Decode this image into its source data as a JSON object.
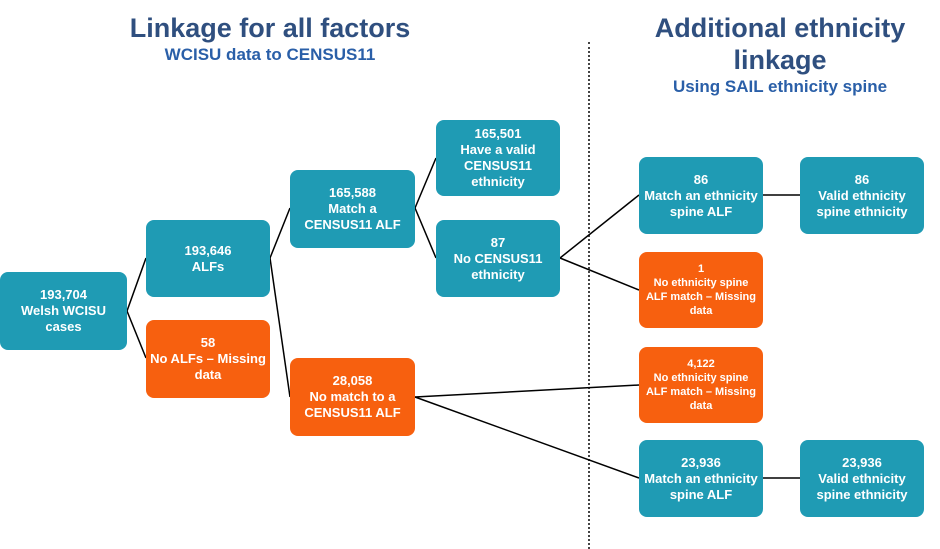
{
  "titles": {
    "left_main": "Linkage for all factors",
    "left_sub": "WCISU data to CENSUS11",
    "right_main": "Additional ethnicity linkage",
    "right_sub": "Using SAIL ethnicity spine"
  },
  "boxes": {
    "welsh_cases": {
      "value": "193,704",
      "label": "Welsh WCISU cases"
    },
    "alfs": {
      "value": "193,646",
      "label": "ALFs"
    },
    "no_alfs": {
      "value": "58",
      "label": "No ALFs – Missing data"
    },
    "match_census": {
      "value": "165,588",
      "label": "Match a CENSUS11 ALF"
    },
    "no_match_census": {
      "value": "28,058",
      "label": "No match to a CENSUS11 ALF"
    },
    "valid_census_ethnicity": {
      "value": "165,501",
      "label": "Have a valid CENSUS11 ethnicity"
    },
    "no_census_ethnicity": {
      "value": "87",
      "label": "No CENSUS11 ethnicity"
    },
    "spine_match_86": {
      "value": "86",
      "label": "Match an ethnicity spine ALF"
    },
    "spine_valid_86": {
      "value": "86",
      "label": "Valid ethnicity spine ethnicity"
    },
    "spine_nomatch_1": {
      "value": "1",
      "label": "No ethnicity spine ALF match – Missing data"
    },
    "spine_nomatch_4122": {
      "value": "4,122",
      "label": "No ethnicity spine ALF match – Missing data"
    },
    "spine_match_23936": {
      "value": "23,936",
      "label": "Match an ethnicity spine ALF"
    },
    "spine_valid_23936": {
      "value": "23,936",
      "label": "Valid ethnicity spine ethnicity"
    }
  }
}
